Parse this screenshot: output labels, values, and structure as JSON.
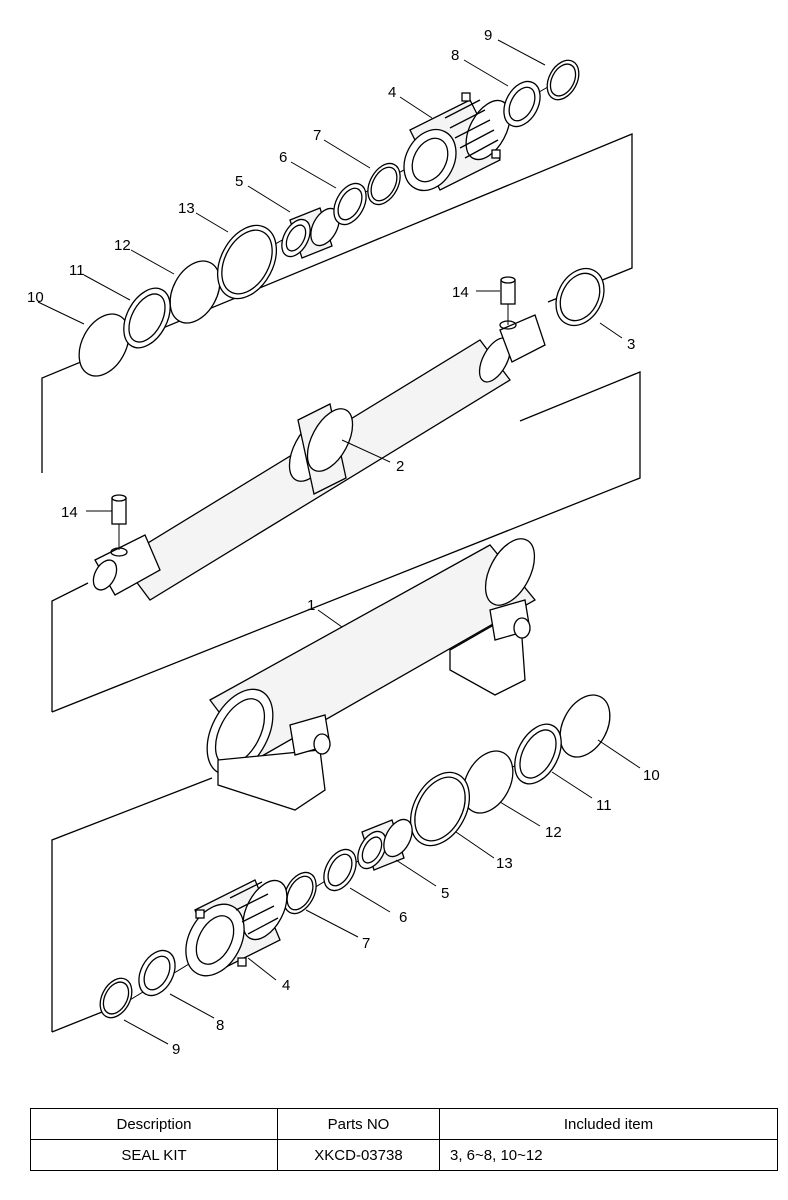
{
  "diagram": {
    "labels": {
      "top_9": "9",
      "top_8": "8",
      "top_4": "4",
      "top_7": "7",
      "top_6": "6",
      "top_5": "5",
      "top_13": "13",
      "top_12": "12",
      "top_11": "11",
      "top_10": "10",
      "rod_14_top": "14",
      "rod_3": "3",
      "rod_2": "2",
      "rod_14_bottom": "14",
      "tube_1": "1",
      "bot_10": "10",
      "bot_11": "11",
      "bot_12": "12",
      "bot_13": "13",
      "bot_5": "5",
      "bot_6": "6",
      "bot_7": "7",
      "bot_4": "4",
      "bot_8": "8",
      "bot_9": "9"
    }
  },
  "table": {
    "headers": {
      "description": "Description",
      "parts_no": "Parts NO",
      "included": "Included item"
    },
    "rows": [
      {
        "description": "SEAL KIT",
        "parts_no": "XKCD-03738",
        "included": "3, 6~8, 10~12"
      }
    ]
  }
}
